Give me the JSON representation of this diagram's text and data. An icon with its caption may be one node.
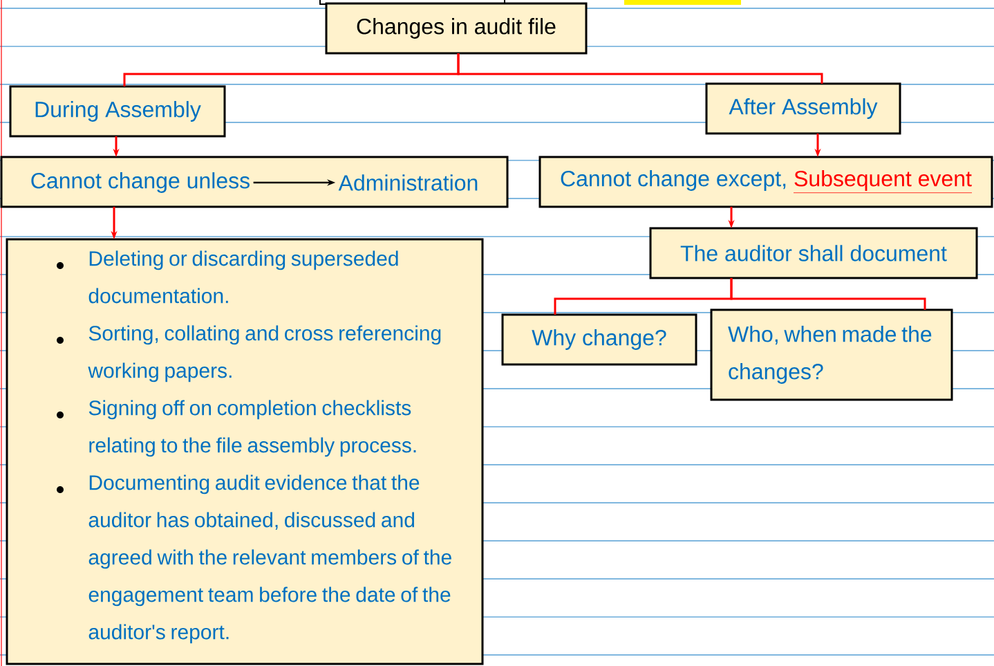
{
  "diagram": {
    "nodes": [
      {
        "text": [
          "Changes in audit file"
        ]
      },
      {
        "text": [
          "During Assembly"
        ]
      },
      {
        "text": [
          "After Assembly"
        ]
      },
      {
        "text": [],
        "shape": "box"
      },
      {
        "text": [
          "Cannot change unless"
        ],
        "in": 3
      },
      {
        "text": [
          "Administration"
        ],
        "in": 3
      },
      {
        "text": [
          "Deleting or discarding superseded documentation.",
          "Sorting, collating and cross referencing working papers.",
          "Signing off on completion checklists relating to the file assembly process.",
          "Documenting audit evidence that the auditor has obtained, discussed and agreed with the relevant members of the engagement team before the date of the auditor's report."
        ]
      },
      {
        "text": [
          "Cannot change except,",
          "Subsequent event"
        ]
      },
      {
        "text": [
          "The auditor shall document"
        ]
      },
      {
        "text": [
          "Why change?"
        ]
      },
      {
        "text": [
          "Who, when made the changes?"
        ]
      }
    ],
    "edges": [
      {
        "from": 0,
        "to": 1,
        "arrow": "none"
      },
      {
        "from": 0,
        "to": 2,
        "arrow": "none"
      },
      {
        "from": 1,
        "to": 3,
        "arrow": "to"
      },
      {
        "from": 4,
        "to": 5,
        "arrow": "to",
        "color": "#000000"
      },
      {
        "from": 3,
        "to": 6,
        "arrow": "to"
      },
      {
        "from": 2,
        "to": 7,
        "arrow": "to"
      },
      {
        "from": 7,
        "to": 8,
        "arrow": "to"
      },
      {
        "from": 8,
        "to": 9,
        "arrow": "none"
      },
      {
        "from": 8,
        "to": 10,
        "arrow": "none"
      }
    ]
  }
}
